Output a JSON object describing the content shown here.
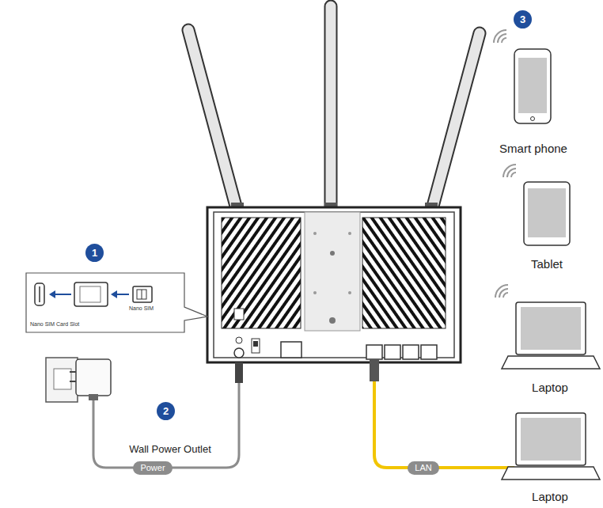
{
  "diagram": {
    "nodes": [
      {
        "text": [
          "3"
        ]
      },
      {
        "text": [
          "Smart phone"
        ]
      },
      {
        "text": [
          "1"
        ]
      },
      {
        "text": [
          "Nano SIM Card Slot",
          "Nano SIM"
        ]
      },
      {
        "text": [
          "Tablet"
        ]
      },
      {
        "text": [
          "Laptop"
        ]
      },
      {
        "text": [
          "2"
        ]
      },
      {
        "text": [
          "Laptop"
        ]
      }
    ],
    "labels": [
      "Wall Power Outlet",
      "Power",
      "LAN"
    ]
  }
}
